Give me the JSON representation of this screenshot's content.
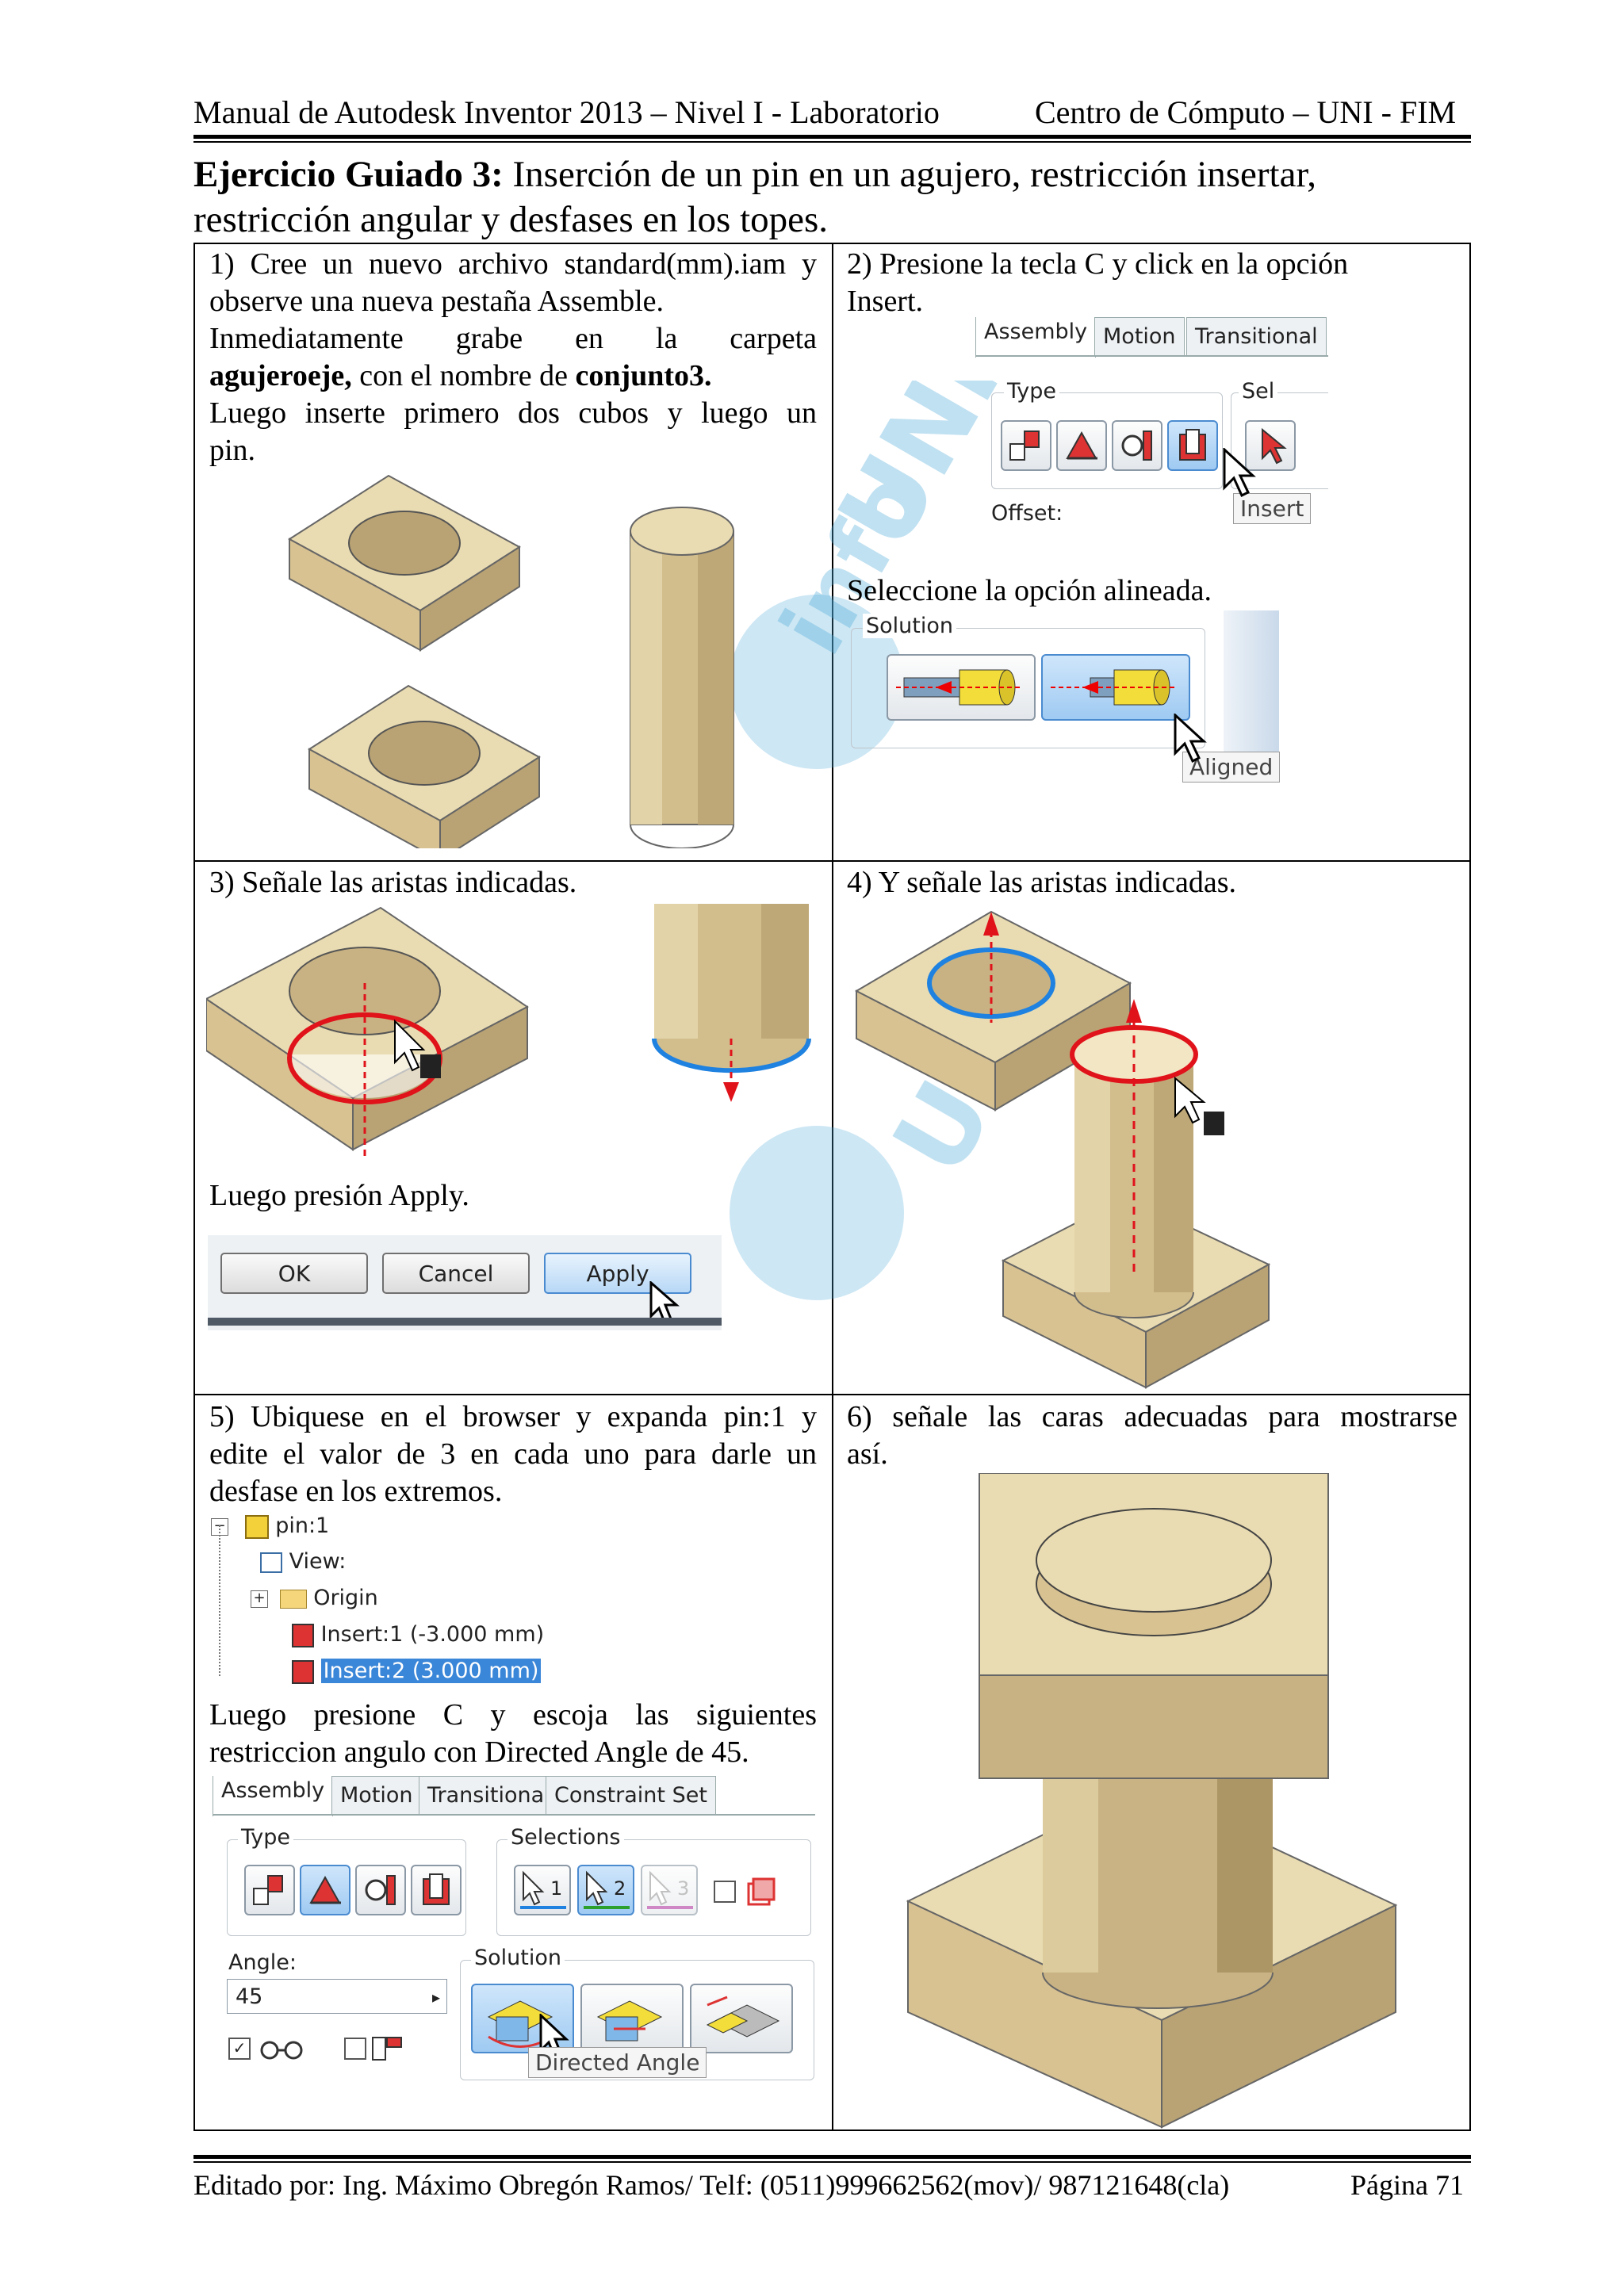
{
  "header": {
    "left": "Manual de Autodesk Inventor 2013 – Nivel I - Laboratorio",
    "right": "Centro de Cómputo – UNI - FIM"
  },
  "title": {
    "bold": "Ejercicio Guiado 3:",
    "rest": " Inserción de un pin en un agujero, restricción insertar, restricción angular y desfases en los topes."
  },
  "cell1": {
    "line1": "1) Cree un nuevo archivo standard(mm).iam y",
    "line2": "observe una nueva pestaña Assemble.",
    "line3": "Inmediatamente grabe en la carpeta",
    "line4_bold": "agujeroeje,",
    "line4_mid": " con el nombre de ",
    "line4_bold2": "conjunto3.",
    "line5": "Luego inserte primero dos cubos y luego un",
    "line6": "pin."
  },
  "cell2": {
    "line1": "2) Presione la tecla C y click en la opción",
    "line2": "Insert.",
    "tabs": [
      "Assembly",
      "Motion",
      "Transitional"
    ],
    "type_label": "Type",
    "sel_label": "Sel",
    "offset_label": "Offset:",
    "insert_tooltip": "Insert",
    "aligned_text": "Seleccione la opción alineada.",
    "solution_label": "Solution",
    "aligned_tooltip": "Aligned"
  },
  "cell3": {
    "line1": "3) Señale las aristas indicadas.",
    "line2": "Luego presión Apply.",
    "buttons": [
      "OK",
      "Cancel",
      "Apply"
    ]
  },
  "cell4": {
    "line1": "4)  Y señale las aristas indicadas."
  },
  "cell5": {
    "line1": "5) Ubiquese en el browser y expanda pin:1 y",
    "line2": "edite el valor de 3 en cada uno para darle un",
    "line3": "desfase en los extremos.",
    "tree": [
      "pin:1",
      "View:",
      "Origin",
      "Insert:1 (-3.000 mm)",
      "Insert:2 (3.000 mm)"
    ],
    "line4": "Luego presione C y escoja las siguientes",
    "line5": "restriccion angulo con Directed Angle de 45.",
    "tabs": [
      "Assembly",
      "Motion",
      "Transitional",
      "Constraint Set"
    ],
    "type_label": "Type",
    "selections_label": "Selections",
    "sel1": "1",
    "sel2": "2",
    "sel3": "3",
    "angle_label": "Angle:",
    "angle_value": "45",
    "solution_label": "Solution",
    "directed_tooltip": "Directed Angle"
  },
  "cell6": {
    "line1": "6)  señale las caras adecuadas para mostrarse",
    "line2": "así."
  },
  "footer": {
    "left": "Editado por: Ing. Máximo Obregón Ramos/ Telf: (0511)999662562(mov)/ 987121648(cla)",
    "right": "Página 71"
  },
  "watermark": {
    "text1": "info",
    "text2": "UNI"
  },
  "colors": {
    "solid": "#e8d6a8",
    "solid_side": "#c8b283",
    "solid_dark": "#a8936a",
    "highlight_red": "#e0121a",
    "highlight_blue": "#1f82e0",
    "watermark": "#4aa8d8"
  }
}
